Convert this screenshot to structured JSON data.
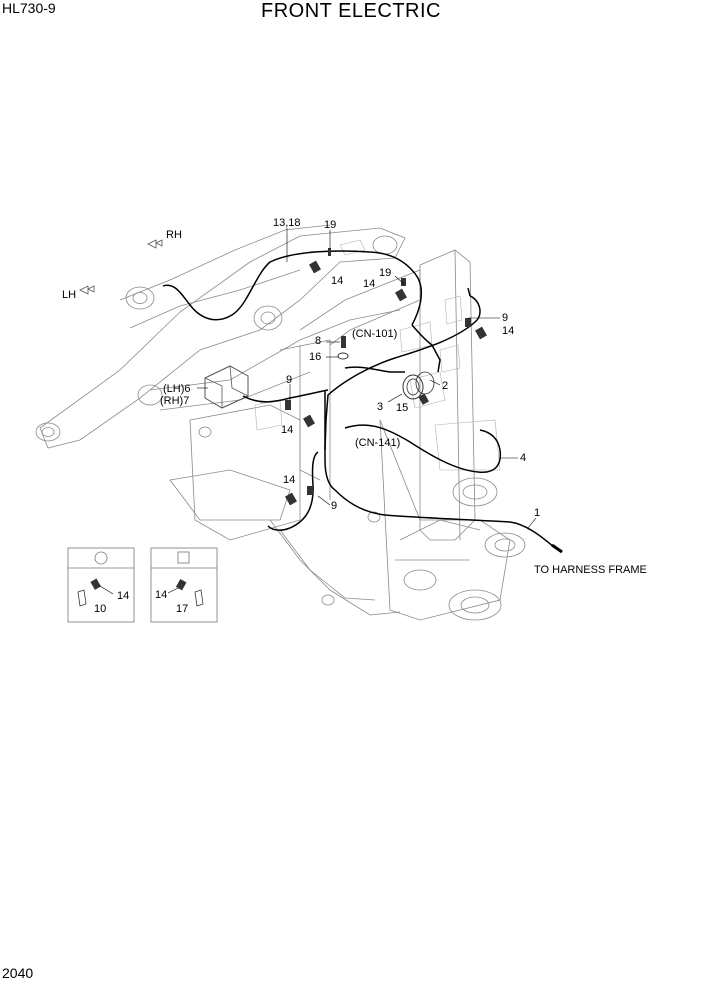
{
  "header": {
    "model": "HL730-9",
    "title": "FRONT ELECTRIC"
  },
  "footer": {
    "page_number": "2040"
  },
  "labels": {
    "l1318": "13,18",
    "l19a": "19",
    "lRH": "RH",
    "lLH": "LH",
    "l14a": "14",
    "l19b": "19",
    "l14b": "14",
    "l9a": "9",
    "l14c": "14",
    "l8": "8",
    "lcn101": "(CN-101)",
    "l16": "16",
    "lLH6": "(LH)6",
    "lRH7": "(RH)7",
    "l9b": "9",
    "l2": "2",
    "l3": "3",
    "l15": "15",
    "l14d": "14",
    "lcn141": "(CN-141)",
    "l4": "4",
    "l14e": "14",
    "l9c": "9",
    "l1": "1",
    "lharness": "TO HARNESS FRAME"
  },
  "detail_boxes": [
    {
      "symbol": "circle-icon",
      "left_label": "",
      "right_label": "14",
      "bottom_label": "10"
    },
    {
      "symbol": "square-icon",
      "left_label": "14",
      "right_label": "",
      "bottom_label": "17"
    }
  ]
}
